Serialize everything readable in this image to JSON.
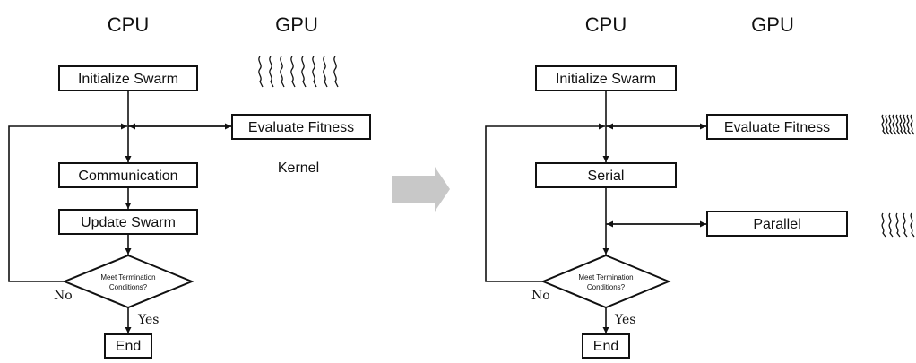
{
  "left": {
    "headers": {
      "cpu": "CPU",
      "gpu": "GPU"
    },
    "boxes": {
      "initialize": "Initialize Swarm",
      "evaluate": "Evaluate Fitness",
      "communication": "Communication",
      "update": "Update Swarm",
      "end": "End"
    },
    "decision": [
      "Meet Termination",
      "Conditions?"
    ],
    "kernel": "Kernel",
    "no": "No",
    "yes": "Yes"
  },
  "right": {
    "headers": {
      "cpu": "CPU",
      "gpu": "GPU"
    },
    "boxes": {
      "initialize": "Initialize Swarm",
      "evaluate": "Evaluate Fitness",
      "serial": "Serial",
      "parallel": "Parallel",
      "end": "End"
    },
    "decision": [
      "Meet Termination",
      "Conditions?"
    ],
    "no": "No",
    "yes": "Yes"
  },
  "colors": {
    "line": "#111111",
    "transition_arrow": "#c8c8c8"
  },
  "icons": [
    "thread-waves-icon",
    "transition-arrow-icon"
  ]
}
